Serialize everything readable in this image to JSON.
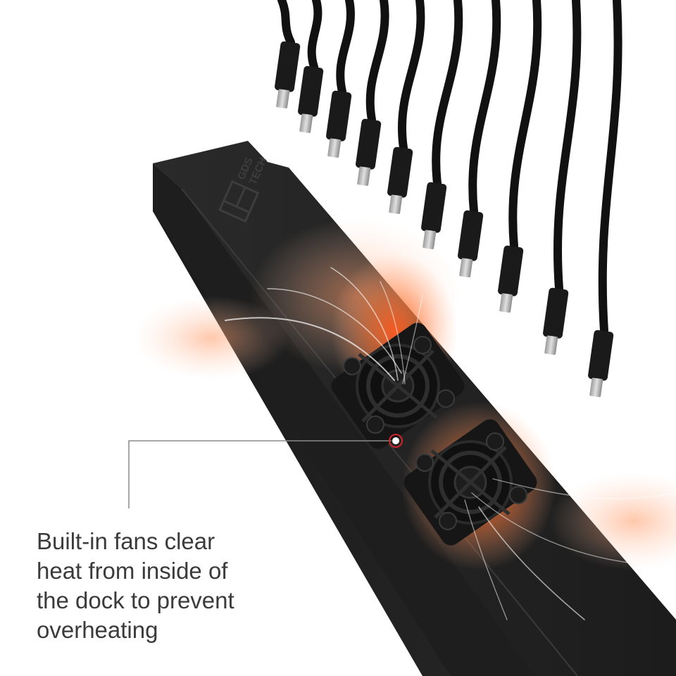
{
  "product": {
    "brand_logo_text": "GDS TECH",
    "port_count_shown": 10,
    "fan_count_shown": 2
  },
  "callout": {
    "lines": [
      "Built-in fans clear",
      "heat from inside of",
      "the dock to prevent",
      "overheating"
    ]
  },
  "colors": {
    "background": "#ffffff",
    "dock_body": "#232323",
    "cable": "#111111",
    "heat_glow": "#ff5a1f",
    "callout_line": "#8a8a8a",
    "marker_ring": "#d0242b",
    "callout_text": "#3b3b3b"
  },
  "icons": [
    "brand-logo-icon",
    "fan-icon",
    "usb-cable-icon",
    "callout-marker-icon"
  ]
}
